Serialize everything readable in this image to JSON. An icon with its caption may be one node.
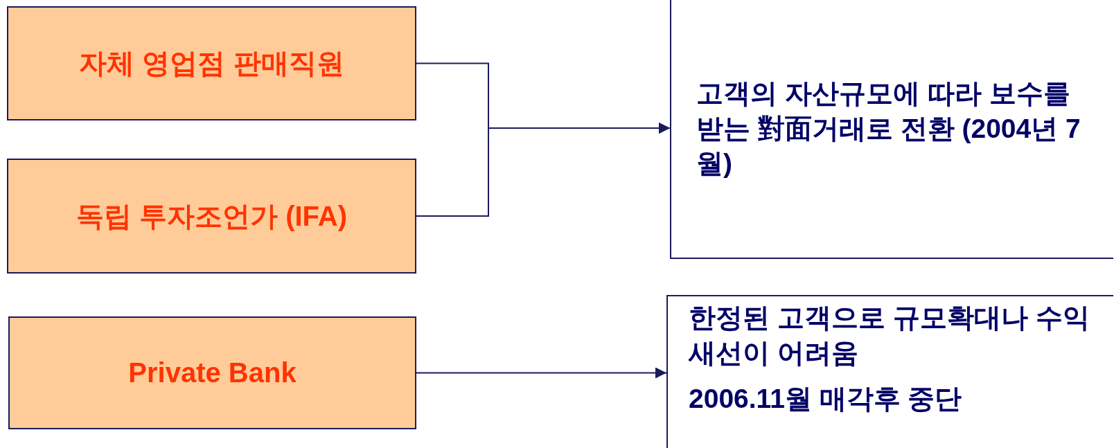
{
  "diagram": {
    "nodes": [
      {
        "text": [
          "자체 영업점 판매직원"
        ]
      },
      {
        "text": [
          "독립 투자조언가 (IFA)"
        ]
      },
      {
        "text": [
          "Private Bank"
        ]
      },
      {
        "text": [
          "고객의 자산규모에 따라 보수를 받는 對面거래로 전환 (2004년 7월)"
        ]
      },
      {
        "text": [
          "한정된 고객으로 규모확대나 수익새선이 어려움",
          "2006.11월 매각후 중단"
        ]
      }
    ],
    "edges": [
      {
        "from": 0,
        "to": 3,
        "arrow": "to"
      },
      {
        "from": 1,
        "to": 3,
        "arrow": "to"
      },
      {
        "from": 2,
        "to": 4,
        "arrow": "to"
      }
    ]
  }
}
